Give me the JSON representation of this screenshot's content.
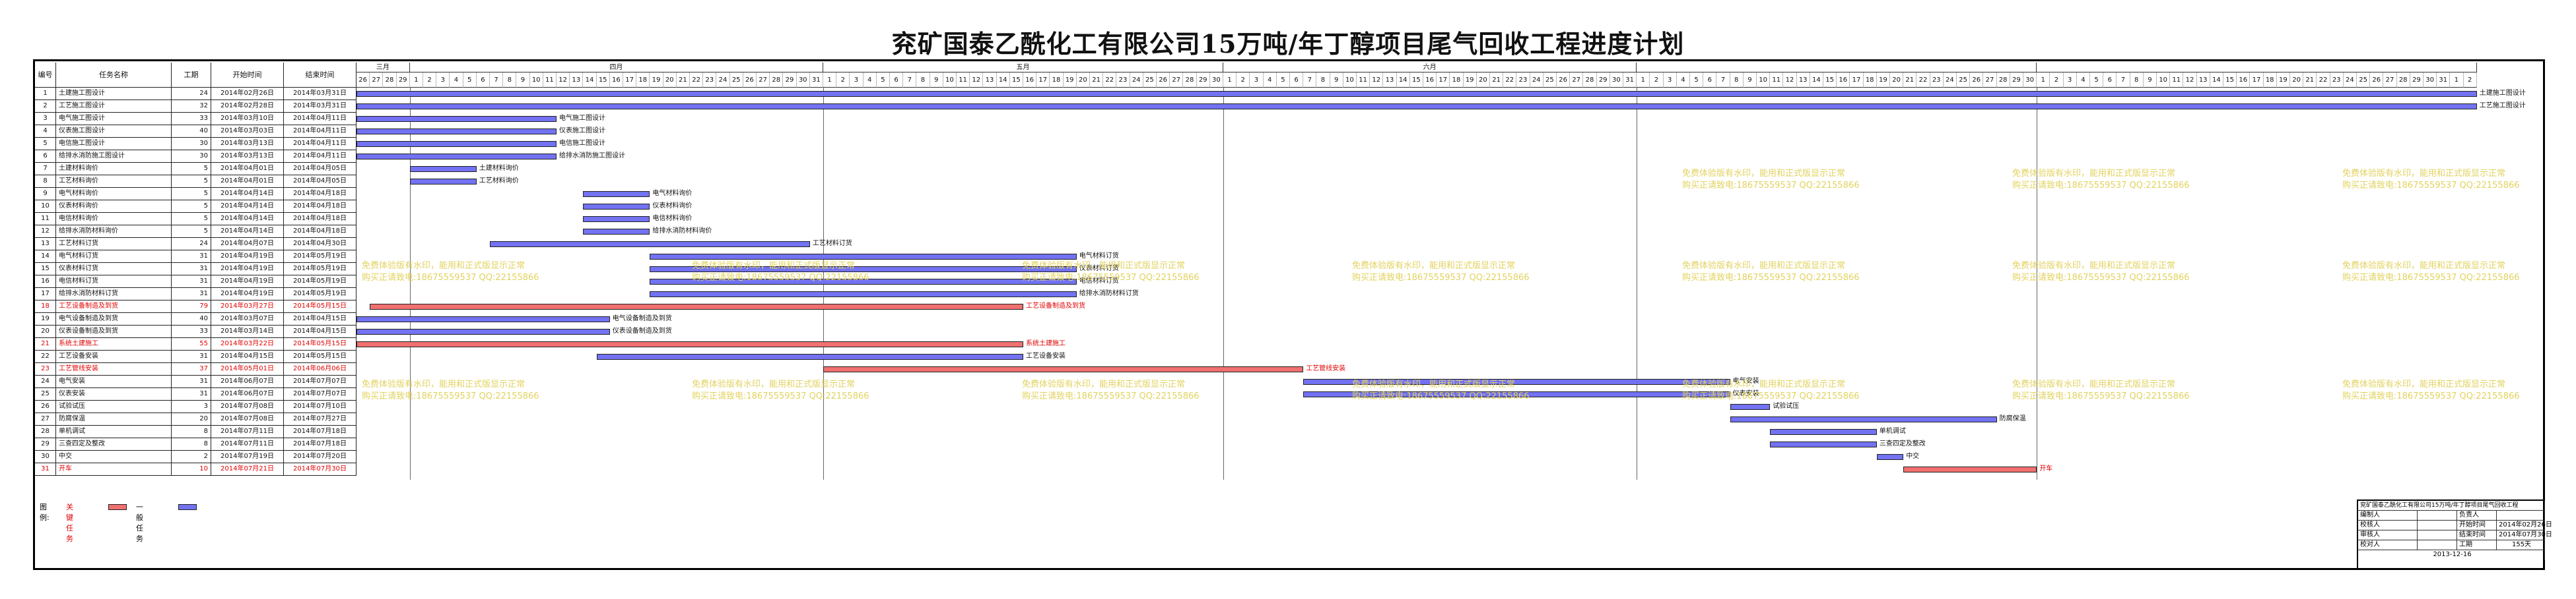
{
  "title": "兖矿国泰乙酰化工有限公司15万吨/年丁醇项目尾气回收工程进度计划",
  "columns": {
    "no": "编号",
    "name": "任务名称",
    "dur": "工期",
    "start": "开始时间",
    "end": "结束时间"
  },
  "timeline": {
    "months": [
      "三月",
      "四月",
      "五月",
      "六月"
    ],
    "days": [
      "26",
      "27",
      "28",
      "29",
      "1",
      "2",
      "3",
      "4",
      "5",
      "6",
      "7",
      "8",
      "9",
      "10",
      "11",
      "12",
      "13",
      "14",
      "15",
      "16",
      "17",
      "18",
      "19",
      "20",
      "21",
      "22",
      "23",
      "24",
      "25",
      "26",
      "27",
      "28",
      "29",
      "30",
      "31",
      "1",
      "2",
      "3",
      "4",
      "5",
      "6",
      "7",
      "8",
      "9",
      "10",
      "11",
      "12",
      "13",
      "14",
      "15",
      "16",
      "17",
      "18",
      "19",
      "20",
      "21",
      "22",
      "23",
      "24",
      "25",
      "26",
      "27",
      "28",
      "29",
      "30",
      "1",
      "2",
      "3",
      "4",
      "5",
      "6",
      "7",
      "8",
      "9",
      "10",
      "11",
      "12",
      "13",
      "14",
      "15",
      "16",
      "17",
      "18",
      "19",
      "20",
      "21",
      "22",
      "23",
      "24",
      "25",
      "26",
      "27",
      "28",
      "29",
      "30",
      "31",
      "1",
      "2",
      "3",
      "4",
      "5",
      "6",
      "7",
      "8",
      "9",
      "10",
      "11",
      "12",
      "13",
      "14",
      "15",
      "16",
      "17",
      "18",
      "19",
      "20",
      "21",
      "22",
      "23",
      "24",
      "25",
      "26",
      "27",
      "28",
      "29",
      "30",
      "1",
      "2",
      "3",
      "4",
      "5",
      "6",
      "7",
      "8",
      "9",
      "10",
      "11",
      "12",
      "13",
      "14",
      "15",
      "16",
      "17",
      "18",
      "19",
      "20",
      "21",
      "22",
      "23",
      "24",
      "25",
      "26",
      "27",
      "28",
      "29",
      "30",
      "31",
      "1",
      "2"
    ]
  },
  "tasks": [
    {
      "no": "1",
      "name": "土建施工图设计",
      "dur": "24",
      "start": "2014年02月26日",
      "end": "2014年03月31日",
      "crit": false
    },
    {
      "no": "2",
      "name": "工艺施工图设计",
      "dur": "32",
      "start": "2014年02月28日",
      "end": "2014年03月31日",
      "crit": false
    },
    {
      "no": "3",
      "name": "电气施工图设计",
      "dur": "33",
      "start": "2014年03月10日",
      "end": "2014年04月11日",
      "crit": false
    },
    {
      "no": "4",
      "name": "仪表施工图设计",
      "dur": "40",
      "start": "2014年03月03日",
      "end": "2014年04月11日",
      "crit": false
    },
    {
      "no": "5",
      "name": "电信施工图设计",
      "dur": "30",
      "start": "2014年03月13日",
      "end": "2014年04月11日",
      "crit": false
    },
    {
      "no": "6",
      "name": "给排水消防施工图设计",
      "dur": "30",
      "start": "2014年03月13日",
      "end": "2014年04月11日",
      "crit": false
    },
    {
      "no": "7",
      "name": "土建材料询价",
      "dur": "5",
      "start": "2014年04月01日",
      "end": "2014年04月05日",
      "crit": false
    },
    {
      "no": "8",
      "name": "工艺材料询价",
      "dur": "5",
      "start": "2014年04月01日",
      "end": "2014年04月05日",
      "crit": false
    },
    {
      "no": "9",
      "name": "电气材料询价",
      "dur": "5",
      "start": "2014年04月14日",
      "end": "2014年04月18日",
      "crit": false
    },
    {
      "no": "10",
      "name": "仪表材料询价",
      "dur": "5",
      "start": "2014年04月14日",
      "end": "2014年04月18日",
      "crit": false
    },
    {
      "no": "11",
      "name": "电信材料询价",
      "dur": "5",
      "start": "2014年04月14日",
      "end": "2014年04月18日",
      "crit": false
    },
    {
      "no": "12",
      "name": "给排水消防材料询价",
      "dur": "5",
      "start": "2014年04月14日",
      "end": "2014年04月18日",
      "crit": false
    },
    {
      "no": "13",
      "name": "工艺材料订货",
      "dur": "24",
      "start": "2014年04月07日",
      "end": "2014年04月30日",
      "crit": false
    },
    {
      "no": "14",
      "name": "电气材料订货",
      "dur": "31",
      "start": "2014年04月19日",
      "end": "2014年05月19日",
      "crit": false
    },
    {
      "no": "15",
      "name": "仪表材料订货",
      "dur": "31",
      "start": "2014年04月19日",
      "end": "2014年05月19日",
      "crit": false
    },
    {
      "no": "16",
      "name": "电信材料订货",
      "dur": "31",
      "start": "2014年04月19日",
      "end": "2014年05月19日",
      "crit": false
    },
    {
      "no": "17",
      "name": "给排水消防材料订货",
      "dur": "31",
      "start": "2014年04月19日",
      "end": "2014年05月19日",
      "crit": false
    },
    {
      "no": "18",
      "name": "工艺设备制造及到货",
      "dur": "79",
      "start": "2014年03月27日",
      "end": "2014年05月15日",
      "crit": true
    },
    {
      "no": "19",
      "name": "电气设备制造及到货",
      "dur": "40",
      "start": "2014年03月07日",
      "end": "2014年04月15日",
      "crit": false
    },
    {
      "no": "20",
      "name": "仪表设备制造及到货",
      "dur": "33",
      "start": "2014年03月14日",
      "end": "2014年04月15日",
      "crit": false
    },
    {
      "no": "21",
      "name": "系统土建施工",
      "dur": "55",
      "start": "2014年03月22日",
      "end": "2014年05月15日",
      "crit": true
    },
    {
      "no": "22",
      "name": "工艺设备安装",
      "dur": "31",
      "start": "2014年04月15日",
      "end": "2014年05月15日",
      "crit": false
    },
    {
      "no": "23",
      "name": "工艺管线安装",
      "dur": "37",
      "start": "2014年05月01日",
      "end": "2014年06月06日",
      "crit": true
    },
    {
      "no": "24",
      "name": "电气安装",
      "dur": "31",
      "start": "2014年06月07日",
      "end": "2014年07月07日",
      "crit": false
    },
    {
      "no": "25",
      "name": "仪表安装",
      "dur": "31",
      "start": "2014年06月07日",
      "end": "2014年07月07日",
      "crit": false
    },
    {
      "no": "26",
      "name": "试验试压",
      "dur": "3",
      "start": "2014年07月08日",
      "end": "2014年07月10日",
      "crit": false
    },
    {
      "no": "27",
      "name": "防腐保温",
      "dur": "20",
      "start": "2014年07月08日",
      "end": "2014年07月27日",
      "crit": false
    },
    {
      "no": "28",
      "name": "单机调试",
      "dur": "8",
      "start": "2014年07月11日",
      "end": "2014年07月18日",
      "crit": false
    },
    {
      "no": "29",
      "name": "三查四定及整改",
      "dur": "8",
      "start": "2014年07月11日",
      "end": "2014年07月18日",
      "crit": false
    },
    {
      "no": "30",
      "name": "中交",
      "dur": "2",
      "start": "2014年07月19日",
      "end": "2014年07月20日",
      "crit": false
    },
    {
      "no": "31",
      "name": "开车",
      "dur": "10",
      "start": "2014年07月21日",
      "end": "2014年07月30日",
      "crit": true
    }
  ],
  "watermark": {
    "line1": "免费体验版有水印，能用和正式版显示正常",
    "line2": "购买正请致电:18675559537 QQ:22155866"
  },
  "legend": {
    "label": "图例:",
    "critical": "关键任务",
    "normal": "一般任务"
  },
  "info": {
    "project": "兖矿国泰乙酰化工有限公司15万吨/年丁醇项目尾气回收工程",
    "r1a": "编制人",
    "r1b": "负责人",
    "r2a": "校核人",
    "r2b": "开始时间",
    "r2c": "2014年02月26日",
    "r3a": "审核人",
    "r3b": "结束时间",
    "r3c": "2014年07月30日",
    "r4a": "校对人",
    "r4b": "工期",
    "r4c": "155天",
    "date": "2013-12-16"
  },
  "colors": {
    "normal_bar": "#7272f2",
    "critical_bar": "#f07070",
    "critical_text": "#e00000",
    "watermark": "#e2d25e"
  }
}
